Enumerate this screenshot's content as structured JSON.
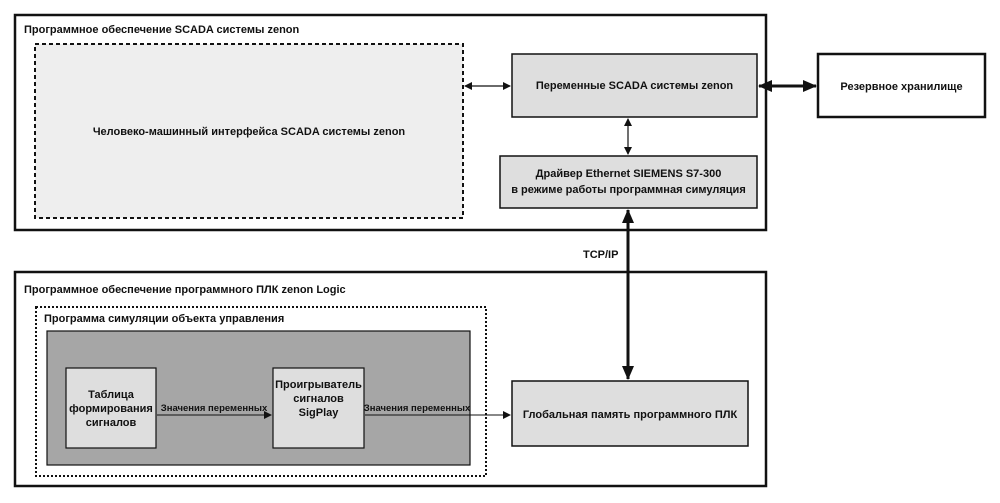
{
  "colors": {
    "line": "#111111",
    "box_fill": "#dedede",
    "panel_fill": "#eeeeee",
    "dark_fill": "#a6a6a6",
    "white": "#ffffff"
  },
  "scada": {
    "title": "Программное обеспечение SCADA системы zenon",
    "hmi_label": "Человеко-машинный интерфейса SCADA системы zenon",
    "variables_label": "Переменные SCADA системы zenon",
    "driver_line1": "Драйвер Ethernet SIEMENS S7-300",
    "driver_line2": "в режиме работы программная симуляция"
  },
  "backup_storage_label": "Резервное хранилище",
  "link_label": "TCP/IP",
  "plc": {
    "title": "Программное обеспечение программного ПЛК zenon Logic",
    "simulation_title": "Программа симуляции объекта управления",
    "table_line1": "Таблица",
    "table_line2": "формирования",
    "table_line3": "сигналов",
    "player_line1": "Проигрыватель",
    "player_line2": "сигналов",
    "player_line3": "SigPlay",
    "arrow1_label": "Значения переменных",
    "arrow2_label": "Значения переменных",
    "memory_label": "Глобальная память программного ПЛК"
  }
}
